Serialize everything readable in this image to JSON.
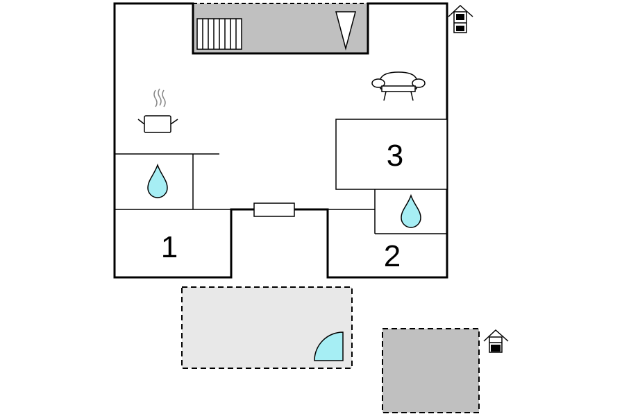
{
  "floorplan": {
    "rooms": [
      {
        "id": "bedroom-1",
        "label": "1"
      },
      {
        "id": "bedroom-2",
        "label": "2"
      },
      {
        "id": "bedroom-3",
        "label": "3"
      }
    ],
    "icons": {
      "kitchen": "cooking-pot-icon",
      "living": "sofa-icon",
      "bathroom": "water-drop-icon",
      "shower": "shower-quarter-circle-icon",
      "parking": "house-parking-icon"
    },
    "colors": {
      "wall": "#000000",
      "terrace": "#c0c0c0",
      "pool_area": "#e8e8e8",
      "water": "#a6eef4"
    }
  }
}
